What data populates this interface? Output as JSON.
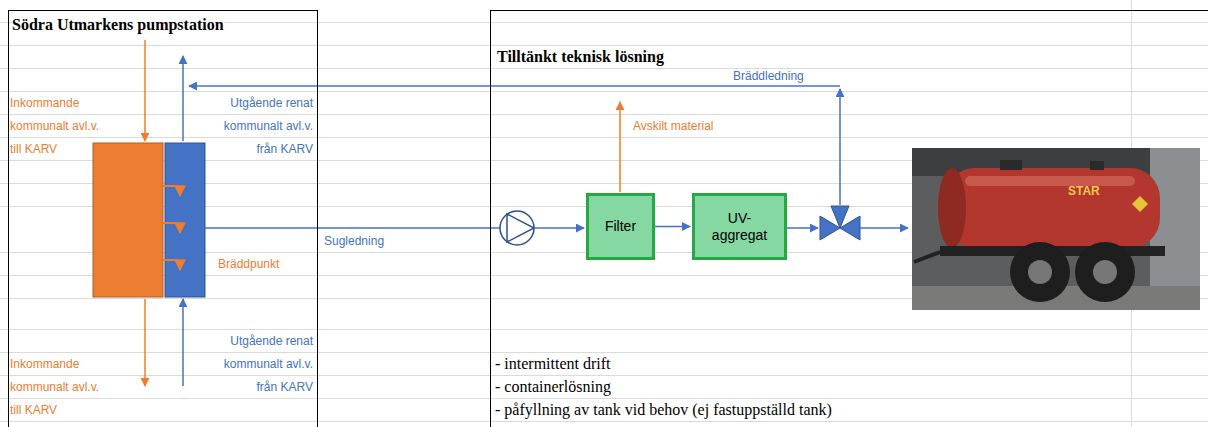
{
  "diagram": {
    "nodes": [
      {
        "text": [
          "Södra Utmarkens pumpstation"
        ]
      },
      {
        "text": [
          "Tilltänkt teknisk lösning"
        ]
      },
      {
        "text": [
          "Filter"
        ],
        "in": 1
      },
      {
        "text": [
          "UV- aggregat"
        ],
        "in": 1
      }
    ],
    "edges": [
      {
        "from": 2,
        "to": 3,
        "arrow": "to"
      }
    ],
    "labels": [
      "Inkommande",
      "kommunalt avl.v.",
      "till KARV",
      "Utgående renat",
      "kommunalt avl.v.",
      "från KARV",
      "Bräddpunkt",
      "Sugledning",
      "Utgående renat",
      "kommunalt avl.v.",
      "från KARV",
      "Inkommande",
      "kommunalt avl.v.",
      "till KARV",
      "Bräddledning",
      "Avskilt material",
      "- intermittent drift",
      "- containerlösning",
      "- påfyllning av tank vid behov (ej fastuppställd tank)",
      "STAR"
    ]
  }
}
